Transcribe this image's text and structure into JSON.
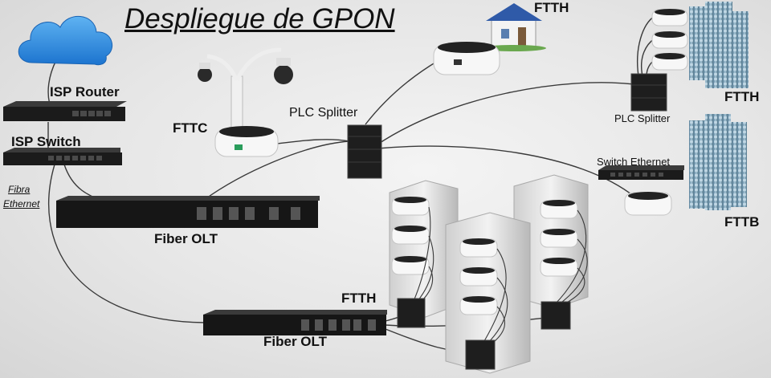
{
  "title": "Despliegue de GPON",
  "labels": {
    "isp_router": "ISP Router",
    "isp_switch": "ISP Switch",
    "fibra_ethernet_line1": "Fibra",
    "fibra_ethernet_line2": "Ethernet",
    "fttc": "FTTC",
    "plc_splitter_center": "PLC Splitter",
    "ftth_house": "FTTH",
    "ftth_buildings": "FTTH",
    "plc_splitter_right": "PLC Splitter",
    "switch_ethernet": "Switch Ethernet",
    "fttb": "FTTB",
    "fiber_olt_top": "Fiber OLT",
    "fiber_olt_bottom": "Fiber OLT",
    "ftth_datacenter": "FTTH"
  },
  "colors": {
    "cloud": "#2e8de3",
    "cable": "#3a3a3a",
    "device_dark": "#1b1b1b",
    "ont_white": "#f7f7f7",
    "building": "#6f95ad"
  }
}
